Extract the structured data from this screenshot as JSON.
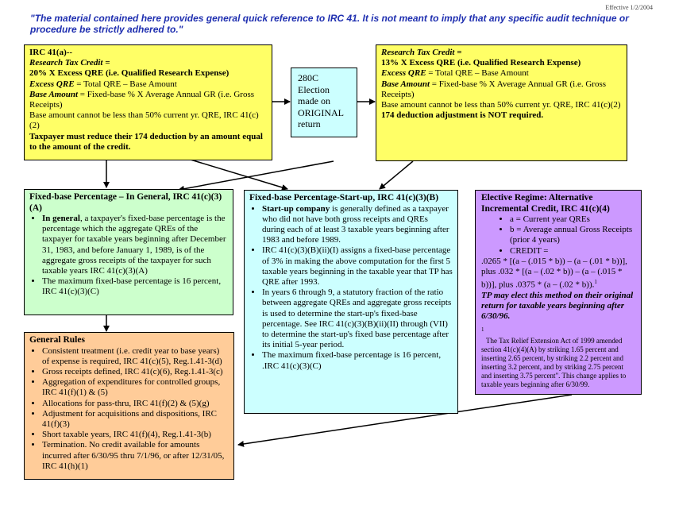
{
  "effective": "Effective 1/2/2004",
  "top_note": "\"The material contained here provides general quick reference to IRC 41.  It is not meant to imply that any specific audit technique or procedure be strictly adhered to.\"",
  "box1": {
    "heading": "IRC 41(a)--",
    "rtc_label": "Research Tax Credit",
    "rtc_eq": " =",
    "formula": "20% X Excess QRE (i.e. Qualified Research Expense)",
    "excess_label": "Excess QRE",
    "excess_def": " = Total QRE – Base Amount",
    "base_label": "Base Amount",
    "base_def": " = Fixed-base % X Average Annual GR (i.e. Gross Receipts)",
    "base_min": "Base amount cannot be less than 50% current yr. QRE, IRC 41(c)(2)",
    "reduce": "Taxpayer must reduce their 174 deduction by an amount equal to the amount of the credit."
  },
  "box2": {
    "text": "280C Election made on ORIGINAL return"
  },
  "box3": {
    "rtc_label": "Research Tax Credit",
    "rtc_eq": " =",
    "formula": "13% X Excess QRE (i.e. Qualified Research Expense)",
    "excess_label": "Excess QRE",
    "excess_def": " = Total QRE – Base Amount",
    "base_label": "Base Amount",
    "base_def": " = Fixed-base % X Average Annual GR (i.e. Gross Receipts)",
    "base_min": "Base amount cannot be less than 50% current yr. QRE, IRC 41(c)(2)",
    "no_adj": "174 deduction adjustment is NOT required."
  },
  "box4": {
    "title": "Fixed-base Percentage – In General, IRC 41(c)(3)(A)",
    "b1_bold": "In general",
    "b1_rest": ", a taxpayer's fixed-base percentage is the percentage which the aggregate QREs of the taxpayer for taxable years beginning after December 31, 1983, and before January 1, 1989, is of the aggregate gross receipts of the taxpayer for such taxable years IRC 41(c)(3)(A)",
    "b2": "The maximum fixed-base percentage is 16 percent, IRC 41(c)(3)(C)"
  },
  "box5": {
    "title": "Fixed-base Percentage-Start-up, IRC 41(c)(3)(B)",
    "b1_bold": "Start-up company",
    "b1_rest": " is generally defined as a taxpayer who did not have both gross receipts and QREs during each of at least 3 taxable years beginning after 1983 and before 1989.",
    "b2": "IRC 41(c)(3)(B)(ii)(I) assigns a fixed-base percentage of 3% in making the above computation for the first 5 taxable years beginning in the taxable year that TP has QRE after 1993.",
    "b3": "In years 6 through 9, a statutory fraction of the ratio between aggregate QREs and aggregate gross receipts is used to determine the start-up's fixed-base percentage.  See IRC 41(c)(3)(B)(ii)(II) through (VII) to determine the start-up's fixed base percentage after its initial 5-year period.",
    "b4": "The maximum fixed-base percentage is 16 percent, .IRC 41(c)(3)(C)"
  },
  "box6": {
    "title": "Elective Regime:  Alternative Incremental Credit, IRC 41(c)(4)",
    "a": "a = Current year QREs",
    "b": "b = Average annual Gross Receipts (prior 4 years)",
    "credit": "CREDIT =",
    "formula": ".0265 * [(a – (.015 * b)) – (a – (.01 * b))], plus .032 * [(a – (.02 * b)) – (a – (.015 * b))], plus .0375 * (a – (.02 * b)).",
    "sup": "1",
    "tp_elect": "TP may elect this method on their original return for taxable years beginning after 6/30/96.",
    "fn_mark": "1",
    "footnote": "The Tax Relief Extension Act of 1999 amended section 41(c)(4)(A) by striking 1.65 percent and inserting 2.65 percent, by striking 2.2 percent and inserting 3.2 percent, and by striking 2.75 percent and inserting 3.75 percent\".  This change applies to taxable years beginning after 6/30/99."
  },
  "box7": {
    "title": "General Rules",
    "items": [
      "Consistent treatment (i.e. credit year to base years) of expense is required, IRC 41(c)(5), Reg.1.41-3(d)",
      "Gross receipts defined, IRC 41(c)(6), Reg.1.41-3(c)",
      "Aggregation of expenditures for controlled groups, IRC 41(f)(1) & (5)",
      "Allocations for pass-thru, IRC 41(f)(2) & (5)(g)",
      "Adjustment for acquisitions and dispositions, IRC 41(f)(3)",
      "Short taxable years, IRC 41(f)(4), Reg.1.41-3(b)",
      "Termination. No credit available for amounts incurred after 6/30/95 thru 7/1/96, or after 12/31/05, IRC 41(h)(1)"
    ]
  },
  "colors": {
    "yellow": "#ffff66",
    "cyan": "#ccffff",
    "green": "#ccffcc",
    "purple": "#cc99ff",
    "orange": "#ffcc99",
    "note_blue": "#1f2fb0"
  }
}
